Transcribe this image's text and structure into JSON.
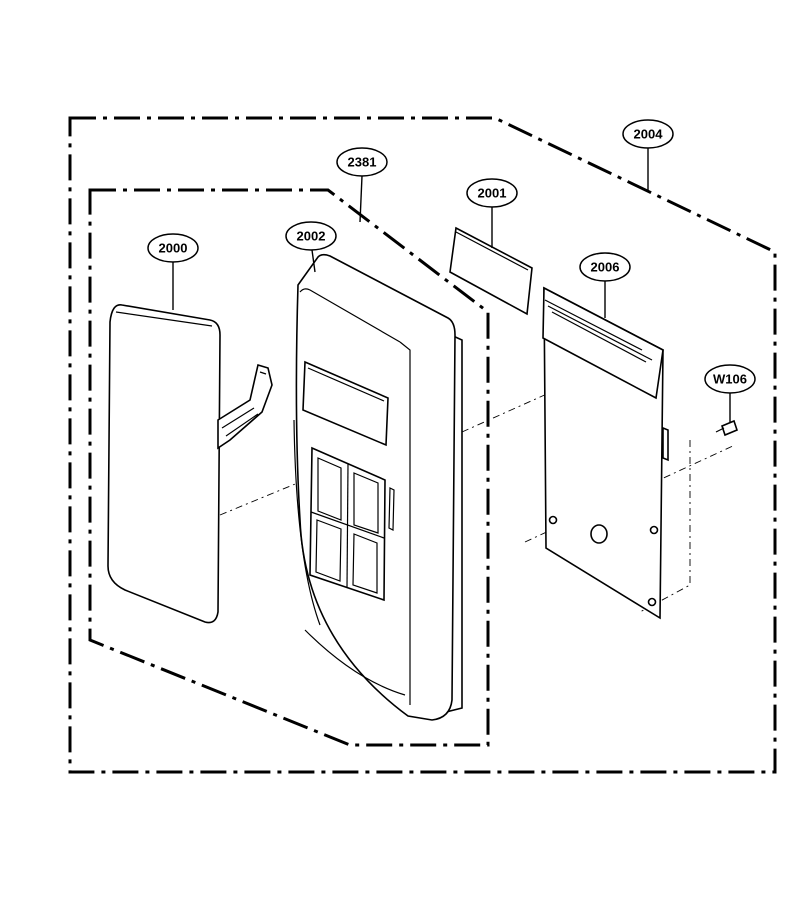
{
  "callouts": {
    "c2000": "2000",
    "c2002": "2002",
    "c2381": "2381",
    "c2001": "2001",
    "c2006": "2006",
    "c2004": "2004",
    "cW106": "W106"
  }
}
